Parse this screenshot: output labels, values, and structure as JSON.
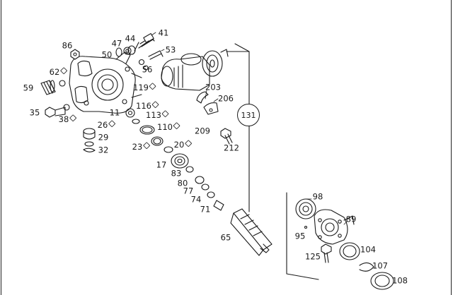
{
  "diagram": {
    "reference_marker": "131",
    "callouts": [
      {
        "id": "41",
        "label": "41",
        "marked": false
      },
      {
        "id": "44",
        "label": "44",
        "marked": false
      },
      {
        "id": "47",
        "label": "47",
        "marked": false
      },
      {
        "id": "53",
        "label": "53",
        "marked": false
      },
      {
        "id": "86",
        "label": "86",
        "marked": false
      },
      {
        "id": "50",
        "label": "50",
        "marked": false
      },
      {
        "id": "56",
        "label": "56",
        "marked": false
      },
      {
        "id": "62",
        "label": "62",
        "marked": true
      },
      {
        "id": "59",
        "label": "59",
        "marked": false
      },
      {
        "id": "119",
        "label": "119",
        "marked": true
      },
      {
        "id": "116",
        "label": "116",
        "marked": true
      },
      {
        "id": "11",
        "label": "11",
        "marked": false
      },
      {
        "id": "113",
        "label": "113",
        "marked": true
      },
      {
        "id": "35",
        "label": "35",
        "marked": false
      },
      {
        "id": "38",
        "label": "38",
        "marked": true
      },
      {
        "id": "26",
        "label": "26",
        "marked": true
      },
      {
        "id": "29",
        "label": "29",
        "marked": false
      },
      {
        "id": "32",
        "label": "32",
        "marked": false
      },
      {
        "id": "110",
        "label": "110",
        "marked": true
      },
      {
        "id": "23",
        "label": "23",
        "marked": true
      },
      {
        "id": "20",
        "label": "20",
        "marked": true
      },
      {
        "id": "17",
        "label": "17",
        "marked": false
      },
      {
        "id": "83",
        "label": "83",
        "marked": false
      },
      {
        "id": "80",
        "label": "80",
        "marked": false
      },
      {
        "id": "77",
        "label": "77",
        "marked": false
      },
      {
        "id": "74",
        "label": "74",
        "marked": false
      },
      {
        "id": "71",
        "label": "71",
        "marked": false
      },
      {
        "id": "65",
        "label": "65",
        "marked": false
      },
      {
        "id": "203",
        "label": "203",
        "marked": false
      },
      {
        "id": "206",
        "label": "206",
        "marked": false
      },
      {
        "id": "209",
        "label": "209",
        "marked": false
      },
      {
        "id": "212",
        "label": "212",
        "marked": false
      },
      {
        "id": "98",
        "label": "98",
        "marked": false
      },
      {
        "id": "89",
        "label": "89",
        "marked": false
      },
      {
        "id": "95",
        "label": "95",
        "marked": false
      },
      {
        "id": "125",
        "label": "125",
        "marked": false
      },
      {
        "id": "104",
        "label": "104",
        "marked": false
      },
      {
        "id": "107",
        "label": "107",
        "marked": false
      },
      {
        "id": "108",
        "label": "108",
        "marked": false
      }
    ]
  },
  "colors": {
    "ink": "#1a1a1a",
    "paper": "#ffffff"
  }
}
